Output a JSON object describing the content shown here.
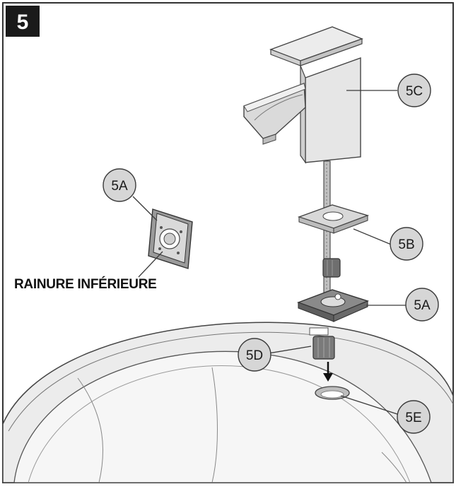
{
  "step": {
    "number": "5"
  },
  "callouts": {
    "c5c": "5C",
    "c5a_top": "5A",
    "c5b": "5B",
    "c5a_right": "5A",
    "c5d": "5D",
    "c5e": "5E"
  },
  "labels": {
    "groove": "RAINURE INFÉRIEURE"
  },
  "colors": {
    "callout_fill": "#d6d6d6",
    "line": "#3a3a3a",
    "part_fill": "#e4e4e4",
    "dark_part": "#6a6a6a"
  }
}
